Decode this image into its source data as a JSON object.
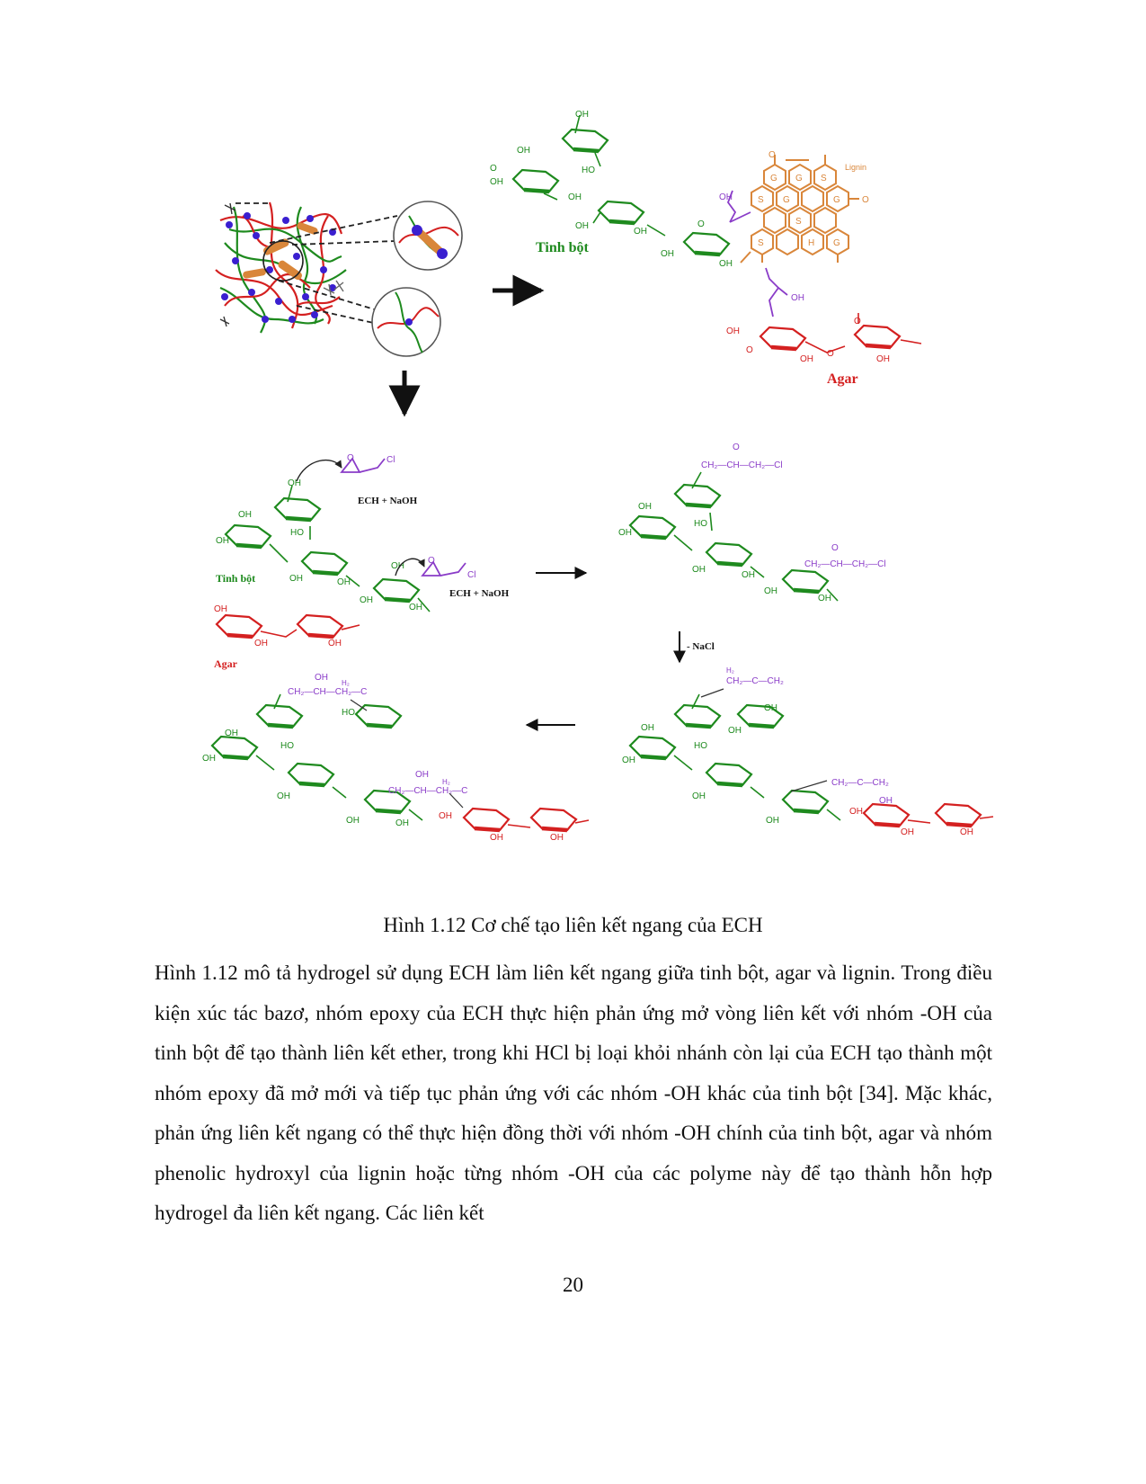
{
  "figure": {
    "labels": {
      "starch": "Tinh bột",
      "agar": "Agar",
      "lignin": "Lignin",
      "reagent": "ECH + NaOH",
      "nacl": "- NaCl"
    },
    "chem": {
      "oh": "OH",
      "ho": "HO",
      "o": "O",
      "cl": "Cl",
      "g": "G",
      "s": "S",
      "h": "H",
      "chain1": "CH₂—CH—CH₂—Cl",
      "chain2": "CH₂—CH—CH₂—C",
      "chain3": "CH₂—C—CH₂",
      "h2": "H₂"
    },
    "colors": {
      "starch": "#1e8a1e",
      "agar": "#d42020",
      "linker": "#8a3cc8",
      "lignin": "#d9863a",
      "node": "#3a1fd0"
    }
  },
  "caption": "Hình 1.12 Cơ chế tạo liên kết ngang của ECH",
  "paragraph": "Hình 1.12  mô tả hydrogel sử dụng ECH làm liên kết ngang giữa tinh bột, agar và lignin. Trong điều kiện xúc tác bazơ, nhóm epoxy của ECH thực hiện phản ứng mở vòng liên kết với nhóm -OH của tinh bột để tạo thành liên kết ether, trong khi HCl bị loại khỏi nhánh còn lại của ECH tạo thành một nhóm epoxy đã mở mới và tiếp tục phản ứng với các nhóm -OH khác của tinh bột [34]. Mặc khác, phản ứng liên kết ngang có thể thực hiện đồng thời với nhóm -OH chính của tinh bột, agar và nhóm phenolic hydroxyl của lignin hoặc từng nhóm -OH của các polyme này để tạo thành hỗn hợp hydrogel đa liên kết ngang. Các liên kết",
  "page_number": "20"
}
